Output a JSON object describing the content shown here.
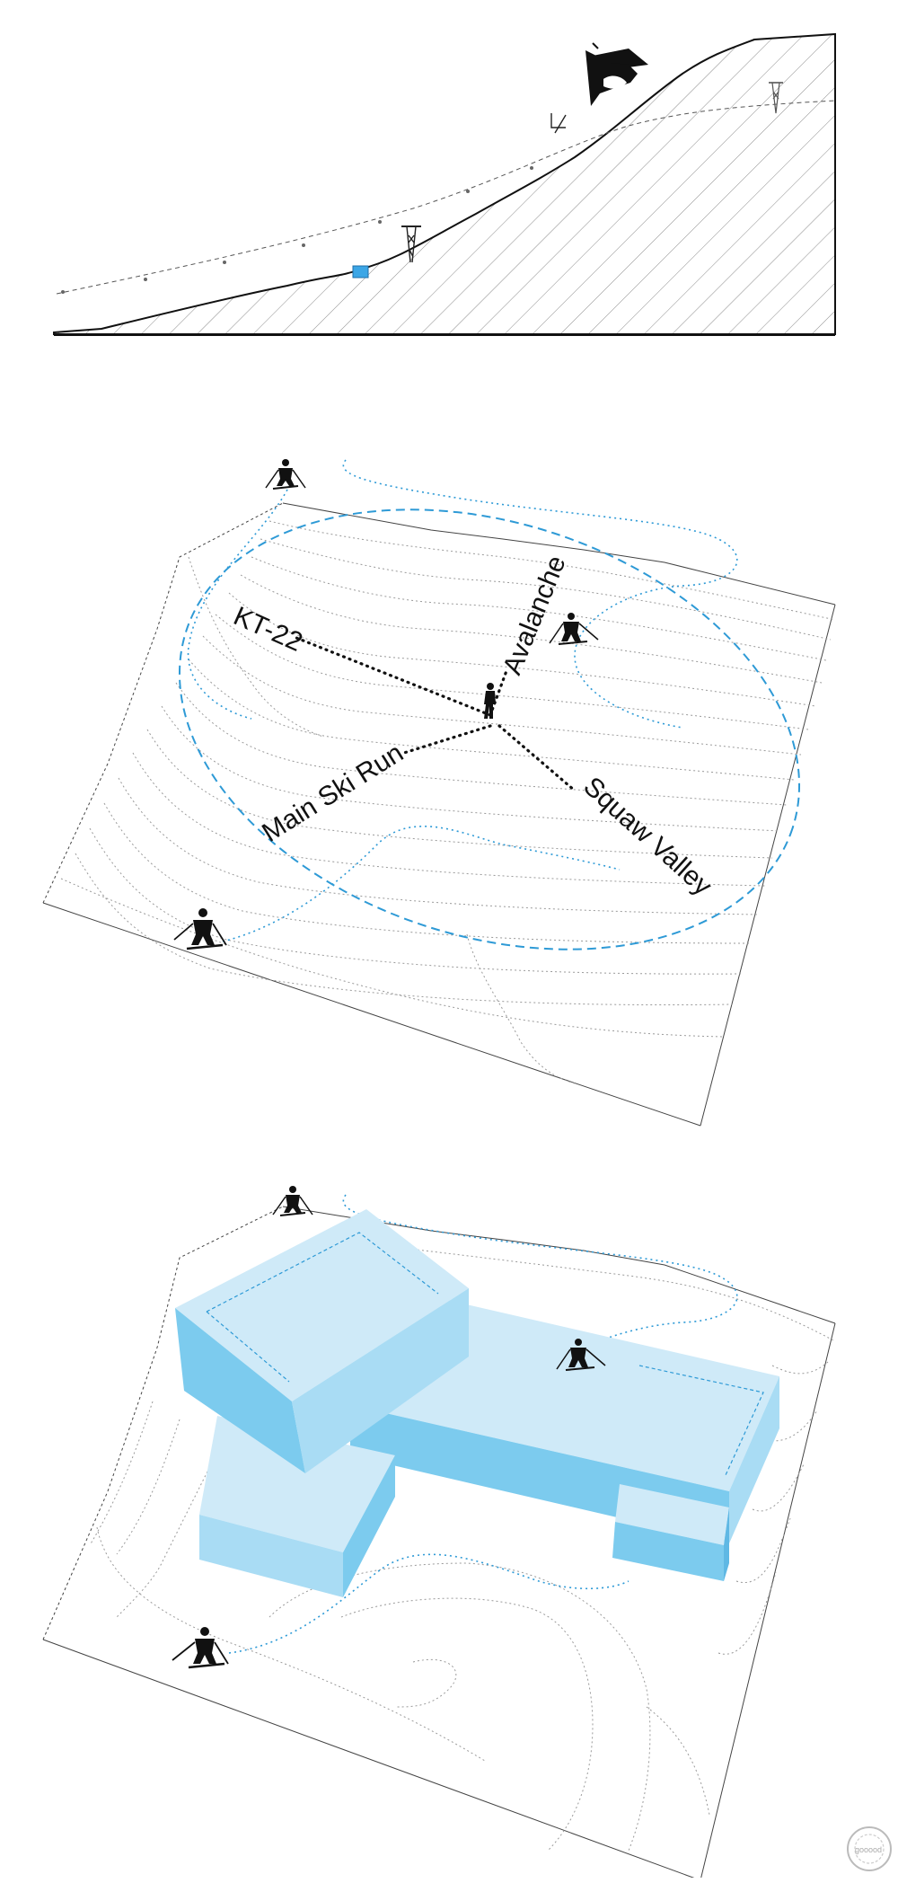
{
  "diagram": {
    "section": {
      "station_color": "#3ba6e6"
    },
    "site_plan": {
      "labels": {
        "kt22": "KT-22",
        "avalanche": "Avalanche",
        "main_ski_run": "Main Ski Run",
        "squaw_valley": "Squaw Valley"
      },
      "path_color": "#2e9ad6",
      "icons": [
        "skier-icon",
        "skier-icon",
        "skier-icon",
        "person-icon"
      ]
    },
    "massing": {
      "volume_top_color": "#cfeaf8",
      "volume_side_color": "#7ccbee",
      "volume_face_color": "#a9dcf4",
      "icons": [
        "skier-icon",
        "skier-icon",
        "skier-icon"
      ]
    },
    "watermark": {
      "text": "gooood"
    }
  }
}
